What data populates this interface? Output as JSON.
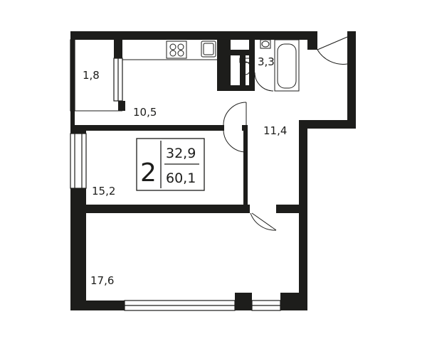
{
  "plan": {
    "rooms_count": "2",
    "living_area": "32,9",
    "total_area": "60,1",
    "rooms": {
      "balcony": "1,8",
      "kitchen": "10,5",
      "bathroom": "3,3",
      "hall": "11,4",
      "bedroom": "15,2",
      "living_room": "17,6"
    }
  },
  "colors": {
    "wall": "#1d1d1b",
    "background": "#ffffff"
  }
}
